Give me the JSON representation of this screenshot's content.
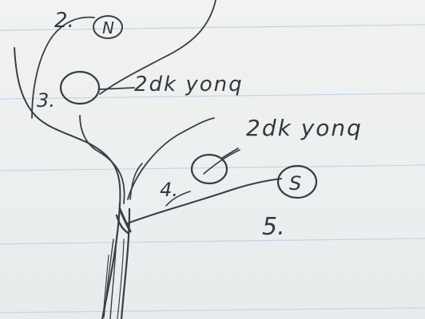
{
  "labels": {
    "node_2": "2.",
    "node_2_circle": "N",
    "node_3": "3.",
    "node_3_note": "2dk yonq",
    "node_4": "4.",
    "node_4_note": "2dk yonq",
    "node_5_circle": "S",
    "node_5": "5."
  },
  "colors": {
    "paper": "#eef0f0",
    "ruling": "#b9cbe0",
    "ink": "#3a3d44"
  }
}
